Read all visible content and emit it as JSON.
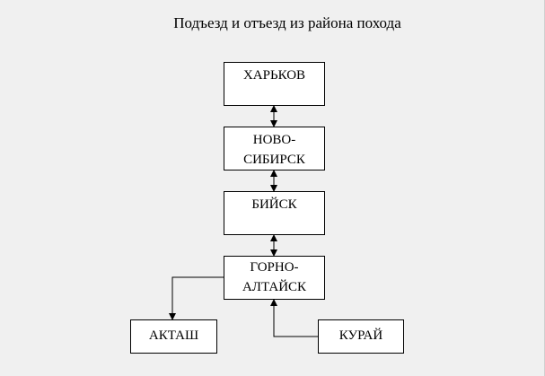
{
  "title": "Подъезд и отъезд из района похода",
  "nodes": {
    "kharkov": "ХАРЬКОВ",
    "novosibirsk": "НОВО-\nСИБИРСК",
    "biysk": "БИЙСК",
    "gorno_altaysk": "ГОРНО-\nАЛТАЙСК",
    "aktash": "АКТАШ",
    "kuray": "КУРАЙ"
  }
}
